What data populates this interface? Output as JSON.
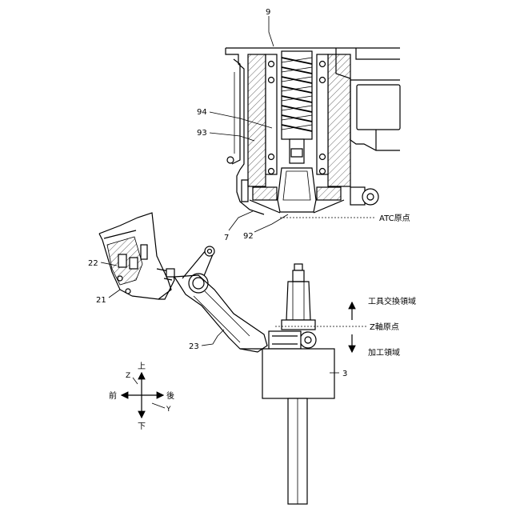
{
  "refs": {
    "r9": "9",
    "r94": "94",
    "r93": "93",
    "r7": "7",
    "r92": "92",
    "r22": "22",
    "r21": "21",
    "r23": "23",
    "r3": "3"
  },
  "zones": {
    "atc_origin": "ATC原点",
    "tool_change_area": "工具交換領域",
    "z_origin": "Z軸原点",
    "machining_area": "加工領域"
  },
  "axes": {
    "up": "上",
    "down": "下",
    "front": "前",
    "back": "後",
    "z": "Z",
    "y": "Y"
  }
}
